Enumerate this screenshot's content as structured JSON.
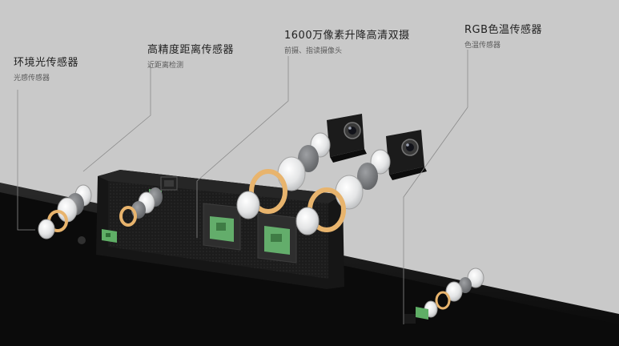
{
  "labels": [
    {
      "title": "环境光传感器",
      "subtitle": "光感传感器"
    },
    {
      "title": "高精度距离传感器",
      "subtitle": "近距离检测"
    },
    {
      "title": "1600万像素升降高清双摄",
      "subtitle": "前摄、指读摄像头"
    },
    {
      "title": "RGB色温传感器",
      "subtitle": "色温传感器"
    }
  ],
  "colors": {
    "background": "#c9c9c9",
    "device_body": "#141414",
    "camera_module": "#2b2b2b",
    "pcb": "#5fae66",
    "gold_ring": "#e8b46d",
    "lens_glass": "#e9eaea",
    "leader_line": "#8a8a8a"
  },
  "icons": [
    "camera-module",
    "pcb-board",
    "gold-ring",
    "glass-lens"
  ]
}
